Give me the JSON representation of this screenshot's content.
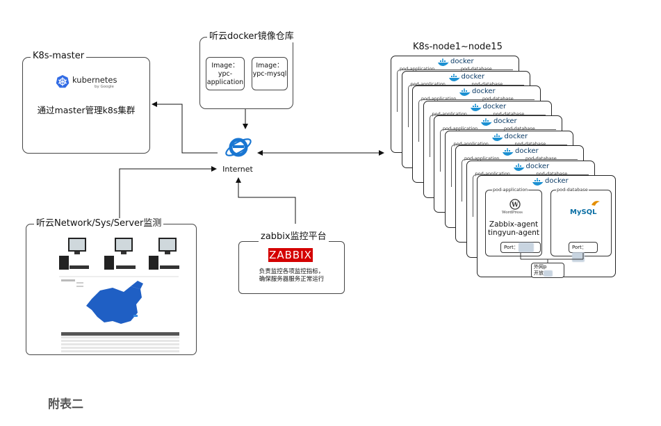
{
  "master": {
    "title": "K8s-master",
    "logo_text": "kubernetes",
    "logo_sub": "by Google",
    "description": "通过master管理k8s集群"
  },
  "registry": {
    "title": "听云docker镜像仓库",
    "image1": "Image：ypc-application",
    "image2": "Image：ypc-mysql"
  },
  "internet": {
    "label": "Internet"
  },
  "nodes": {
    "title": "K8s-node1~node15",
    "docker_label": "docker",
    "pod_app_label": "pod-application",
    "pod_db_label": "pod-database",
    "wordpress_label": "WordPress",
    "mysql_label": "MySQL",
    "agents_line1": "Zabbix-agent",
    "agents_line2": "tingyun-agent",
    "port_label_app": "Port：",
    "port_label_db": "Port：",
    "external_line1": "外网p",
    "external_line2": "开放"
  },
  "monitor": {
    "title": "听云Network/Sys/Server监测"
  },
  "zabbix": {
    "title": "zabbix监控平台",
    "logo": "ZABBIX",
    "desc_line1": "负责监控各项监控指标，",
    "desc_line2": "确保服务器服务正常运行"
  },
  "caption": "附表二",
  "colors": {
    "k8s_blue": "#326ce5",
    "docker_blue": "#1d91d2",
    "zabbix_red": "#d40000",
    "map_blue": "#1f5fc4"
  }
}
